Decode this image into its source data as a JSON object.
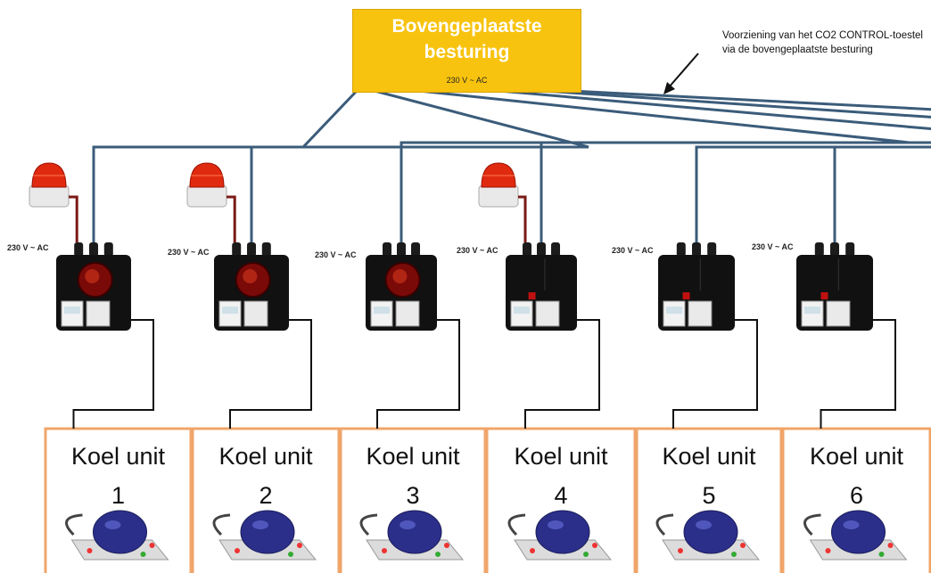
{
  "controller": {
    "title": "Bovengeplaatste besturing",
    "voltage": "230 V ~ AC"
  },
  "annotation": {
    "text": "Voorziening van het CO2 CONTROL-toestel via de bovengeplaatste besturing"
  },
  "colors": {
    "controller_fill": "#f8c30e",
    "controller_title": "#ffffff",
    "bus_line": "#3b5c7a",
    "unit_border": "#f0a56a",
    "alarm_red": "#e02a10",
    "device_body": "#111111"
  },
  "stations": [
    {
      "voltage": "230 V ~ AC",
      "has_beacon": true,
      "round_window": true,
      "unit_line1": "Koel unit",
      "unit_line2": "1"
    },
    {
      "voltage": "230 V ~ AC",
      "has_beacon": true,
      "round_window": true,
      "unit_line1": "Koel unit",
      "unit_line2": "2"
    },
    {
      "voltage": "230 V ~ AC",
      "has_beacon": false,
      "round_window": true,
      "unit_line1": "Koel unit",
      "unit_line2": "3"
    },
    {
      "voltage": "230 V ~ AC",
      "has_beacon": true,
      "round_window": false,
      "unit_line1": "Koel unit",
      "unit_line2": "4"
    },
    {
      "voltage": "230 V ~ AC",
      "has_beacon": false,
      "round_window": false,
      "unit_line1": "Koel unit",
      "unit_line2": "5"
    },
    {
      "voltage": "230 V ~ AC",
      "has_beacon": false,
      "round_window": false,
      "unit_line1": "Koel unit",
      "unit_line2": "6"
    }
  ]
}
